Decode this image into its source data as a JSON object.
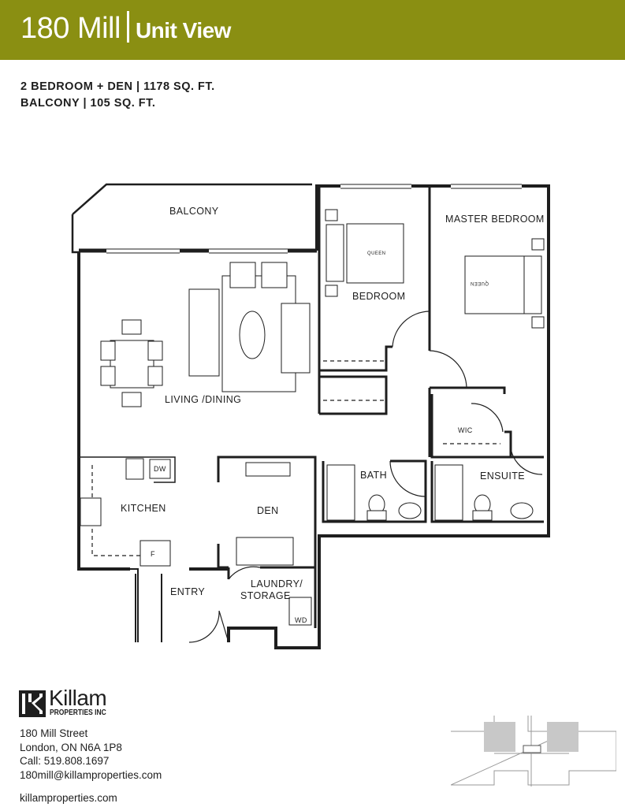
{
  "header": {
    "title": "180 Mill",
    "subtitle": "Unit View"
  },
  "specs": {
    "line1": "2 BEDROOM + DEN | 1178 SQ. FT.",
    "line2": "BALCONY  | 105 SQ. FT."
  },
  "rooms": {
    "balcony": "BALCONY",
    "master_bedroom": "MASTER BEDROOM",
    "bedroom": "BEDROOM",
    "living_dining": "LIVING /DINING",
    "wic": "WIC",
    "bath": "BATH",
    "ensuite": "ENSUITE",
    "kitchen": "KITCHEN",
    "den": "DEN",
    "entry": "ENTRY",
    "laundry_1": "LAUNDRY/",
    "laundry_2": "STORAGE"
  },
  "fixtures": {
    "dw": "DW",
    "fridge": "F",
    "wd": "WD",
    "queen1": "QUEEN",
    "queen2": "QUEEN"
  },
  "company": {
    "logo_name": "Killam",
    "logo_sub": "PROPERTIES INC",
    "address1": "180 Mill Street",
    "address2": "London, ON  N6A 1P8",
    "phone": "Call: 519.808.1697",
    "email": "180mill@killamproperties.com",
    "website": "killamproperties.com"
  },
  "colors": {
    "brand": "#8a8f12",
    "key_highlight": "#c8c8c8"
  }
}
